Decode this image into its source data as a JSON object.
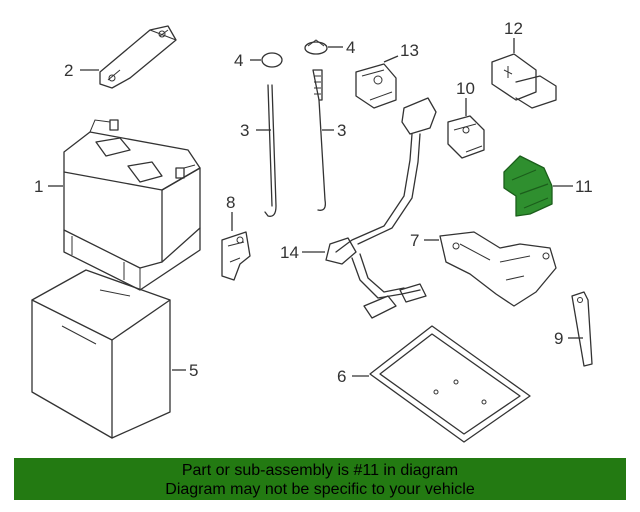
{
  "callouts": [
    {
      "id": "1",
      "label": "1"
    },
    {
      "id": "2",
      "label": "2"
    },
    {
      "id": "3a",
      "label": "3"
    },
    {
      "id": "3b",
      "label": "3"
    },
    {
      "id": "4a",
      "label": "4"
    },
    {
      "id": "4b",
      "label": "4"
    },
    {
      "id": "5",
      "label": "5"
    },
    {
      "id": "6",
      "label": "6"
    },
    {
      "id": "7",
      "label": "7"
    },
    {
      "id": "8",
      "label": "8"
    },
    {
      "id": "9",
      "label": "9"
    },
    {
      "id": "10",
      "label": "10"
    },
    {
      "id": "11",
      "label": "11"
    },
    {
      "id": "12",
      "label": "12"
    },
    {
      "id": "13",
      "label": "13"
    },
    {
      "id": "14",
      "label": "14"
    }
  ],
  "highlight": {
    "part": "11",
    "color": "#2f8f2f"
  },
  "banner": {
    "line1": "Part or sub-assembly is #11 in diagram",
    "line2": "Diagram may not be specific to your vehicle",
    "background": "#237a12"
  }
}
